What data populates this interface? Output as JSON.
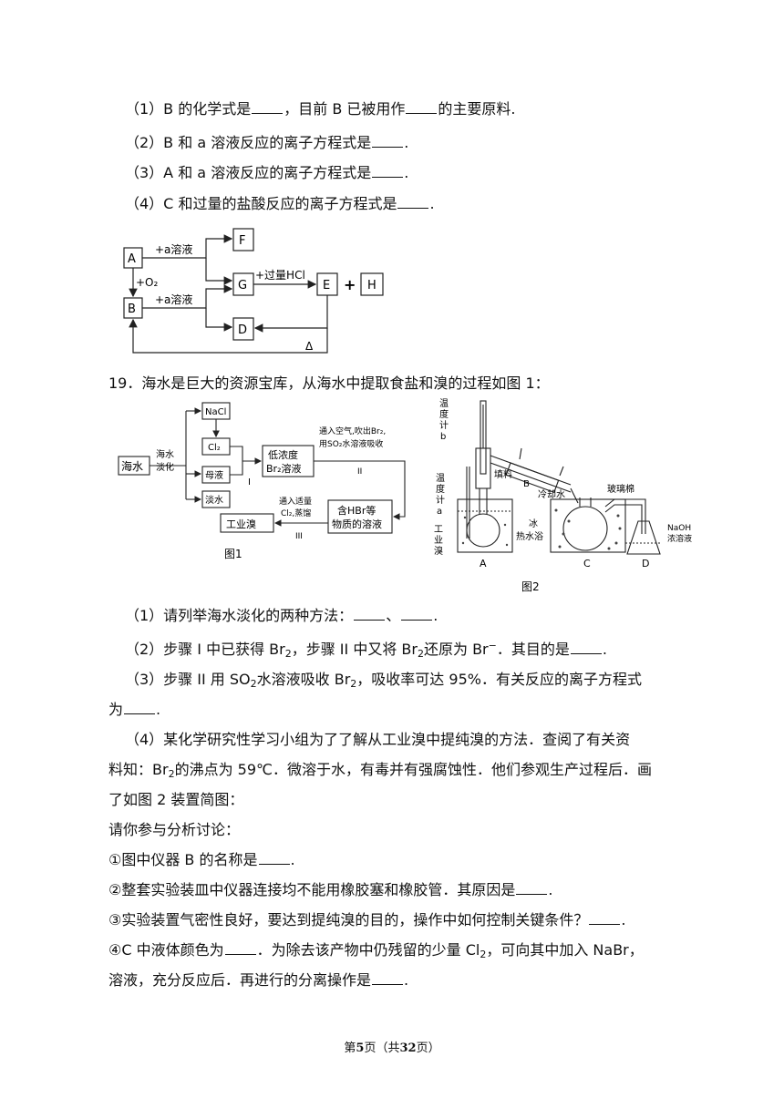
{
  "q18": {
    "p1": {
      "a": "（1）B 的化学式是",
      "b": "，目前 B 已被用作",
      "c": "的主要原料."
    },
    "p2": {
      "a": "（2）B 和 a 溶液反应的离子方程式是",
      "b": "."
    },
    "p3": {
      "a": "（3）A 和 a 溶液反应的离子方程式是",
      "b": "."
    },
    "p4": {
      "a": "（4）C 和过量的盐酸反应的离子方程式是",
      "b": "."
    },
    "diagram": {
      "A": "A",
      "B": "B",
      "D": "D",
      "E": "E",
      "F": "F",
      "G": "G",
      "H": "H",
      "plus_a_top": "+a溶液",
      "plus_o2": "+O₂",
      "plus_a_bottom": "+a溶液",
      "excess_hcl": "+过量HCl",
      "delta": "Δ",
      "plus": "+"
    }
  },
  "q19": {
    "intro": "19．海水是巨大的资源宝库，从海水中提取食盐和溴的过程如图 1：",
    "fig1": {
      "seawater": "海水",
      "desal_1": "海水",
      "desal_2": "淡化",
      "nacl": "NaCl",
      "cl2": "Cl₂",
      "mother": "母液",
      "fresh": "淡水",
      "step1": "I",
      "lowbr_1": "低浓度",
      "lowbr_2": "Br₂溶液",
      "air_1": "通入空气,吹出Br₂,",
      "air_2": "用SO₂水溶液吸收",
      "step2": "II",
      "hbr_1": "含HBr等",
      "hbr_2": "物质的溶液",
      "cl2s_1": "通入适量",
      "cl2s_2": "Cl₂,蒸馏",
      "step3": "III",
      "indbr": "工业溴",
      "caption": "图1"
    },
    "fig2": {
      "thermo_b_1": "温",
      "thermo_b_2": "度",
      "thermo_b_3": "计",
      "thermo_b_4": "b",
      "thermo_a_1": "温",
      "thermo_a_2": "度",
      "thermo_a_3": "计",
      "thermo_a_4": "a",
      "packing": "填料",
      "B": "B",
      "cold": "冷却水",
      "glasswool": "玻璃棉",
      "naoh_1": "NaOH",
      "naoh_2": "浓溶液",
      "indbr_1": "工",
      "indbr_2": "业",
      "indbr_3": "溴",
      "ice_1": "冰",
      "hot_1": "热水浴",
      "A": "A",
      "C": "C",
      "D": "D",
      "caption": "图2"
    },
    "p1": {
      "a": "（1）请列举海水淡化的两种方法：",
      "b": "、",
      "c": "."
    },
    "p2": {
      "a": "（2）步骤 I 中已获得 Br",
      "sub1": "2",
      "b": "，步骤 II 中又将 Br",
      "sub2": "2",
      "c": "还原为 Br",
      "sup": "−",
      "d": "．其目的是",
      "e": "."
    },
    "p3": {
      "a": "（3）步骤 II 用 SO",
      "sub1": "2",
      "b": "水溶液吸收 Br",
      "sub2": "2",
      "c": "，吸收率可达 95%．有关反应的离子方程式"
    },
    "p3b": {
      "a": "为",
      "b": "."
    },
    "p4": {
      "a": "（4）某化学研究性学习小组为了了解从工业溴中提纯溴的方法．查阅了有关资"
    },
    "p4b": {
      "a": "料知：Br",
      "sub": "2",
      "b": "的沸点为 59℃．微溶于水，有毒并有强腐蚀性．他们参观生产过程后．画"
    },
    "p4c": {
      "a": "了如图 2 装置简图："
    },
    "p5": {
      "a": "请你参与分析讨论："
    },
    "s1": {
      "a": "①图中仪器 B 的名称是",
      "b": "."
    },
    "s2": {
      "a": "②整套实验装皿中仪器连接均不能用橡胶塞和橡胶管．其原因是",
      "b": "."
    },
    "s3": {
      "a": "③实验装置气密性良好，要达到提纯溴的目的，操作中如何控制关键条件？",
      "b": "."
    },
    "s4": {
      "a": "④C 中液体颜色为",
      "b": "．为除去该产物中仍残留的少量 Cl",
      "sub": "2",
      "c": "，可向其中加入 NaBr，"
    },
    "s4b": {
      "a": "溶液，充分反应后．再进行的分离操作是",
      "b": "."
    }
  },
  "footer": {
    "a": "第",
    "page": "5",
    "b": "页（共",
    "total": "32",
    "c": "页）"
  }
}
